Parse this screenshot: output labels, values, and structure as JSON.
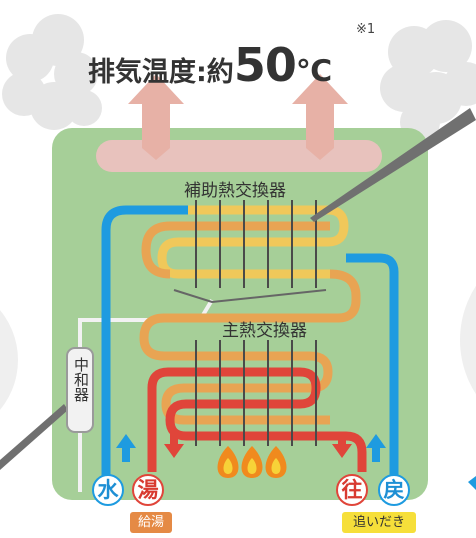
{
  "title": {
    "label": "排気温度:約",
    "temperature": "50",
    "unit": "℃",
    "footnote_mark": "※1"
  },
  "labels": {
    "secondary_heat_exchanger": "補助熱交換器",
    "primary_heat_exchanger": "主熱交換器",
    "neutralizer": "中和器"
  },
  "ports": {
    "water": "水",
    "hot_water": "湯",
    "outgoing": "往",
    "return": "戻"
  },
  "tags": {
    "hot_water_supply": "給湯",
    "reheating": "追いだき"
  },
  "colors": {
    "casing": "#a6cf98",
    "cold_water": "#1e9be0",
    "hot_water": "#e0453a",
    "preheated": "#e8a453",
    "secondary_pipe": "#f0c85a",
    "exhaust": "#e8c2bd",
    "flame": "#f08a1e"
  },
  "icons": {
    "exhaust_cloud": "cloud-icon",
    "flame": "flame-icon",
    "flow_arrow": "arrow-icon"
  }
}
